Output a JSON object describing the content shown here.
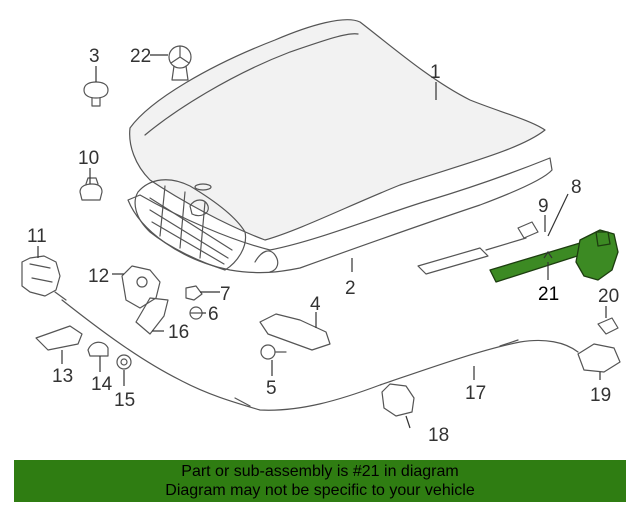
{
  "callouts": {
    "c1": "1",
    "c2": "2",
    "c3": "3",
    "c4": "4",
    "c5": "5",
    "c6": "6",
    "c7": "7",
    "c8": "8",
    "c9": "9",
    "c10": "10",
    "c11": "11",
    "c12": "12",
    "c13": "13",
    "c14": "14",
    "c15": "15",
    "c16": "16",
    "c17": "17",
    "c18": "18",
    "c19": "19",
    "c20": "20",
    "c21": "21",
    "c22": "22"
  },
  "highlighted_part": "21",
  "banner": {
    "line1": "Part or sub-assembly is #21 in diagram",
    "line2": "Diagram may not be specific to your vehicle"
  },
  "colors": {
    "highlight": "#3c8a23",
    "banner": "#2f7d12"
  }
}
